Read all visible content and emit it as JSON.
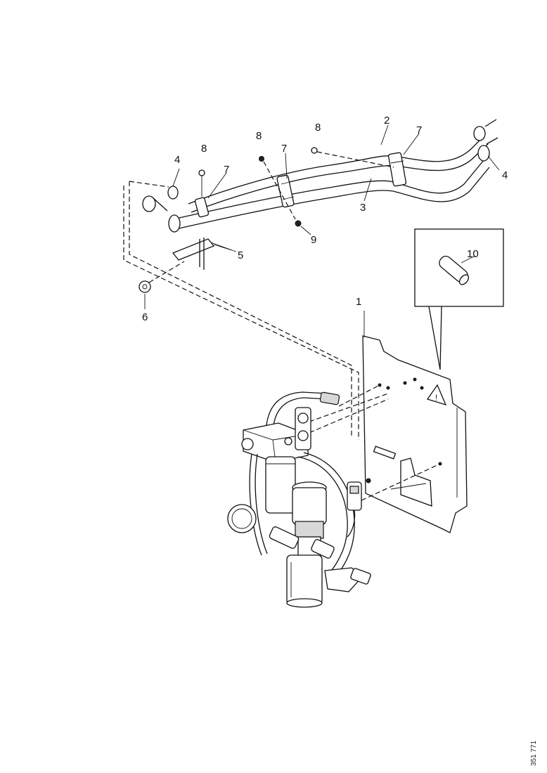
{
  "callouts": [
    {
      "id": "c1",
      "text": "1"
    },
    {
      "id": "c2",
      "text": "2"
    },
    {
      "id": "c3",
      "text": "3"
    },
    {
      "id": "c4a",
      "text": "4"
    },
    {
      "id": "c4b",
      "text": "4"
    },
    {
      "id": "c5",
      "text": "5"
    },
    {
      "id": "c6",
      "text": "6"
    },
    {
      "id": "c7a",
      "text": "7"
    },
    {
      "id": "c7b",
      "text": "7"
    },
    {
      "id": "c7c",
      "text": "7"
    },
    {
      "id": "c8a",
      "text": "8"
    },
    {
      "id": "c8b",
      "text": "8"
    },
    {
      "id": "c8c",
      "text": "8"
    },
    {
      "id": "c9",
      "text": "9"
    },
    {
      "id": "c10",
      "text": "10"
    }
  ],
  "drawing_reference": "351 771",
  "icons": {
    "warning": "warning-triangle-icon"
  }
}
